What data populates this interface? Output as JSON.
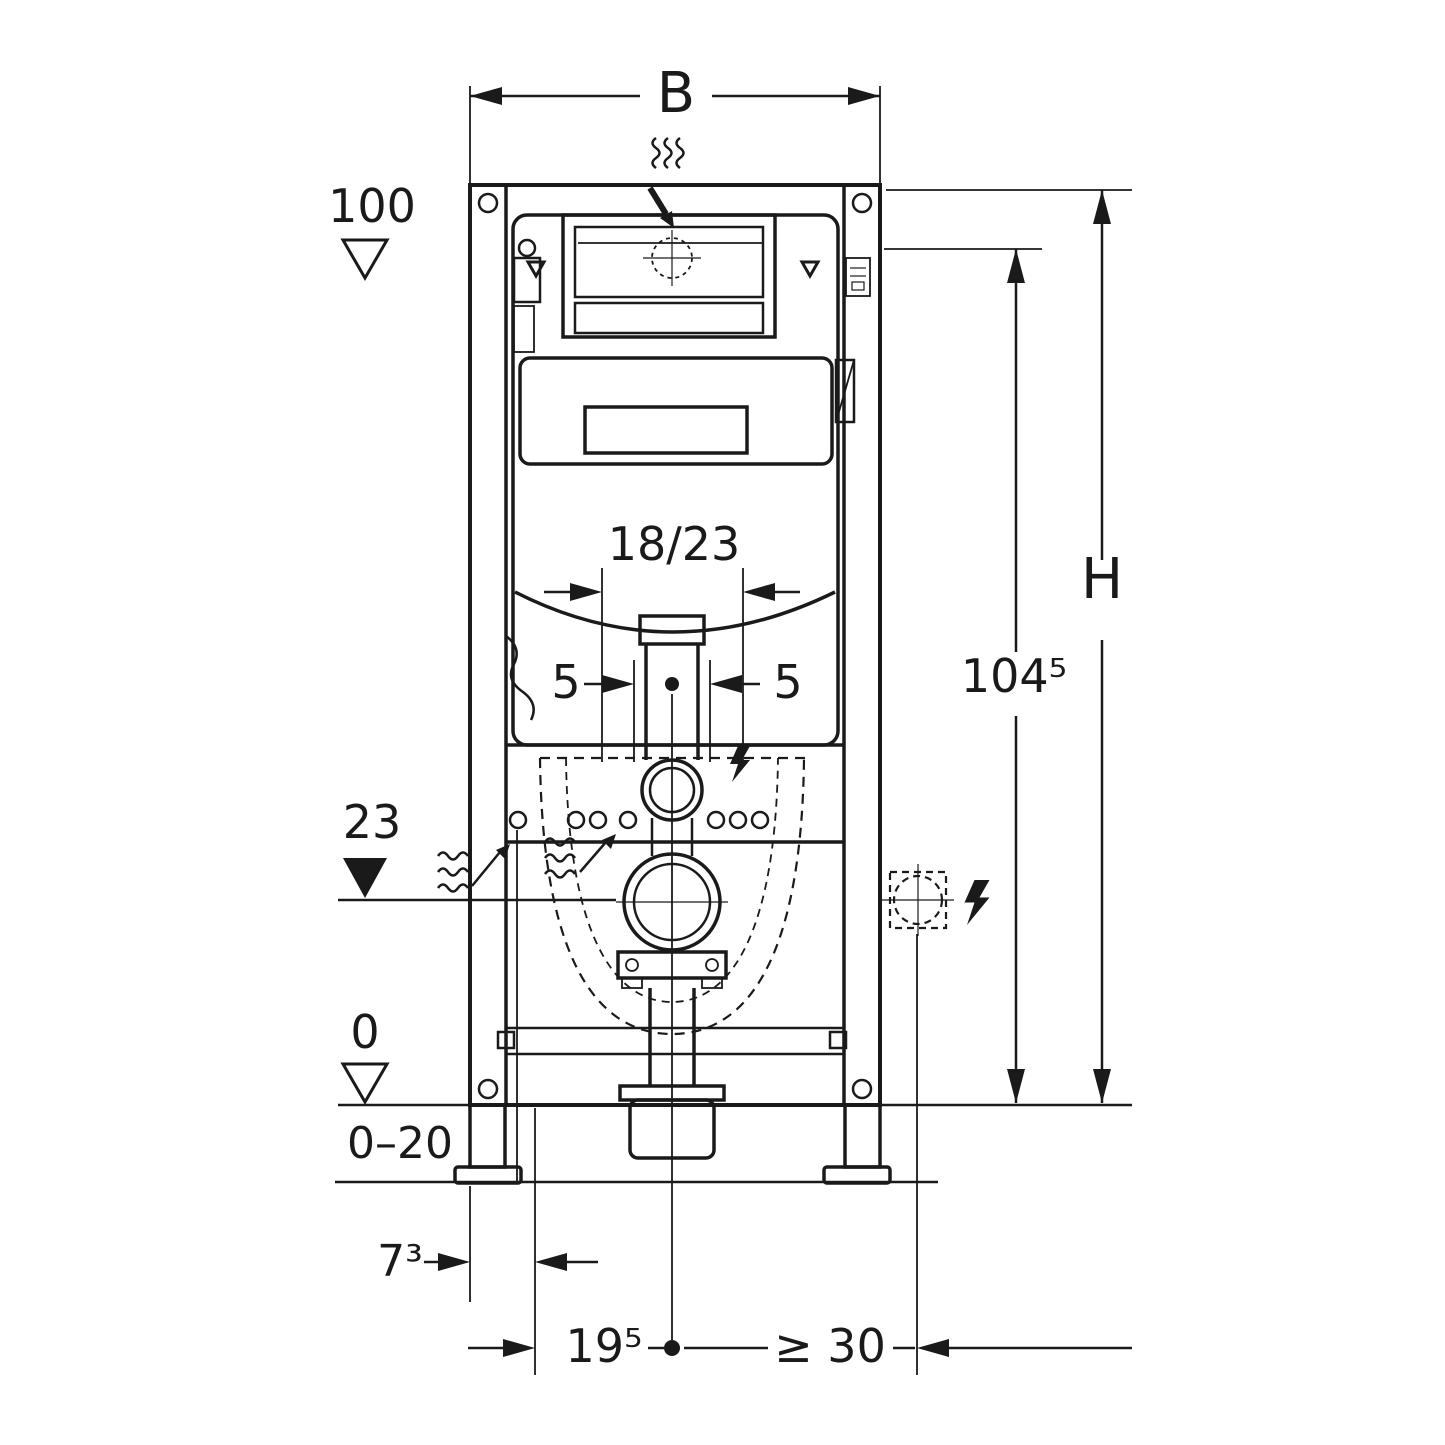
{
  "diagram": {
    "type": "technical-installation-drawing",
    "subject": "concealed-cistern-wc-frame-dimensions",
    "labels": {
      "width": "B",
      "supply_height": "100",
      "overall_height": "H",
      "top_edge_height": "104⁵",
      "flush_bend_width": "18/23",
      "offset_left": "5",
      "offset_right": "5",
      "outlet_height": "23",
      "floor_level": "0",
      "floor_buildup": "0–20",
      "front_offset": "7³",
      "supply_offset": "19⁵",
      "min_side_clearance": "≥ 30"
    },
    "colors": {
      "line": "#1a1a1a",
      "background": "#ffffff"
    }
  }
}
